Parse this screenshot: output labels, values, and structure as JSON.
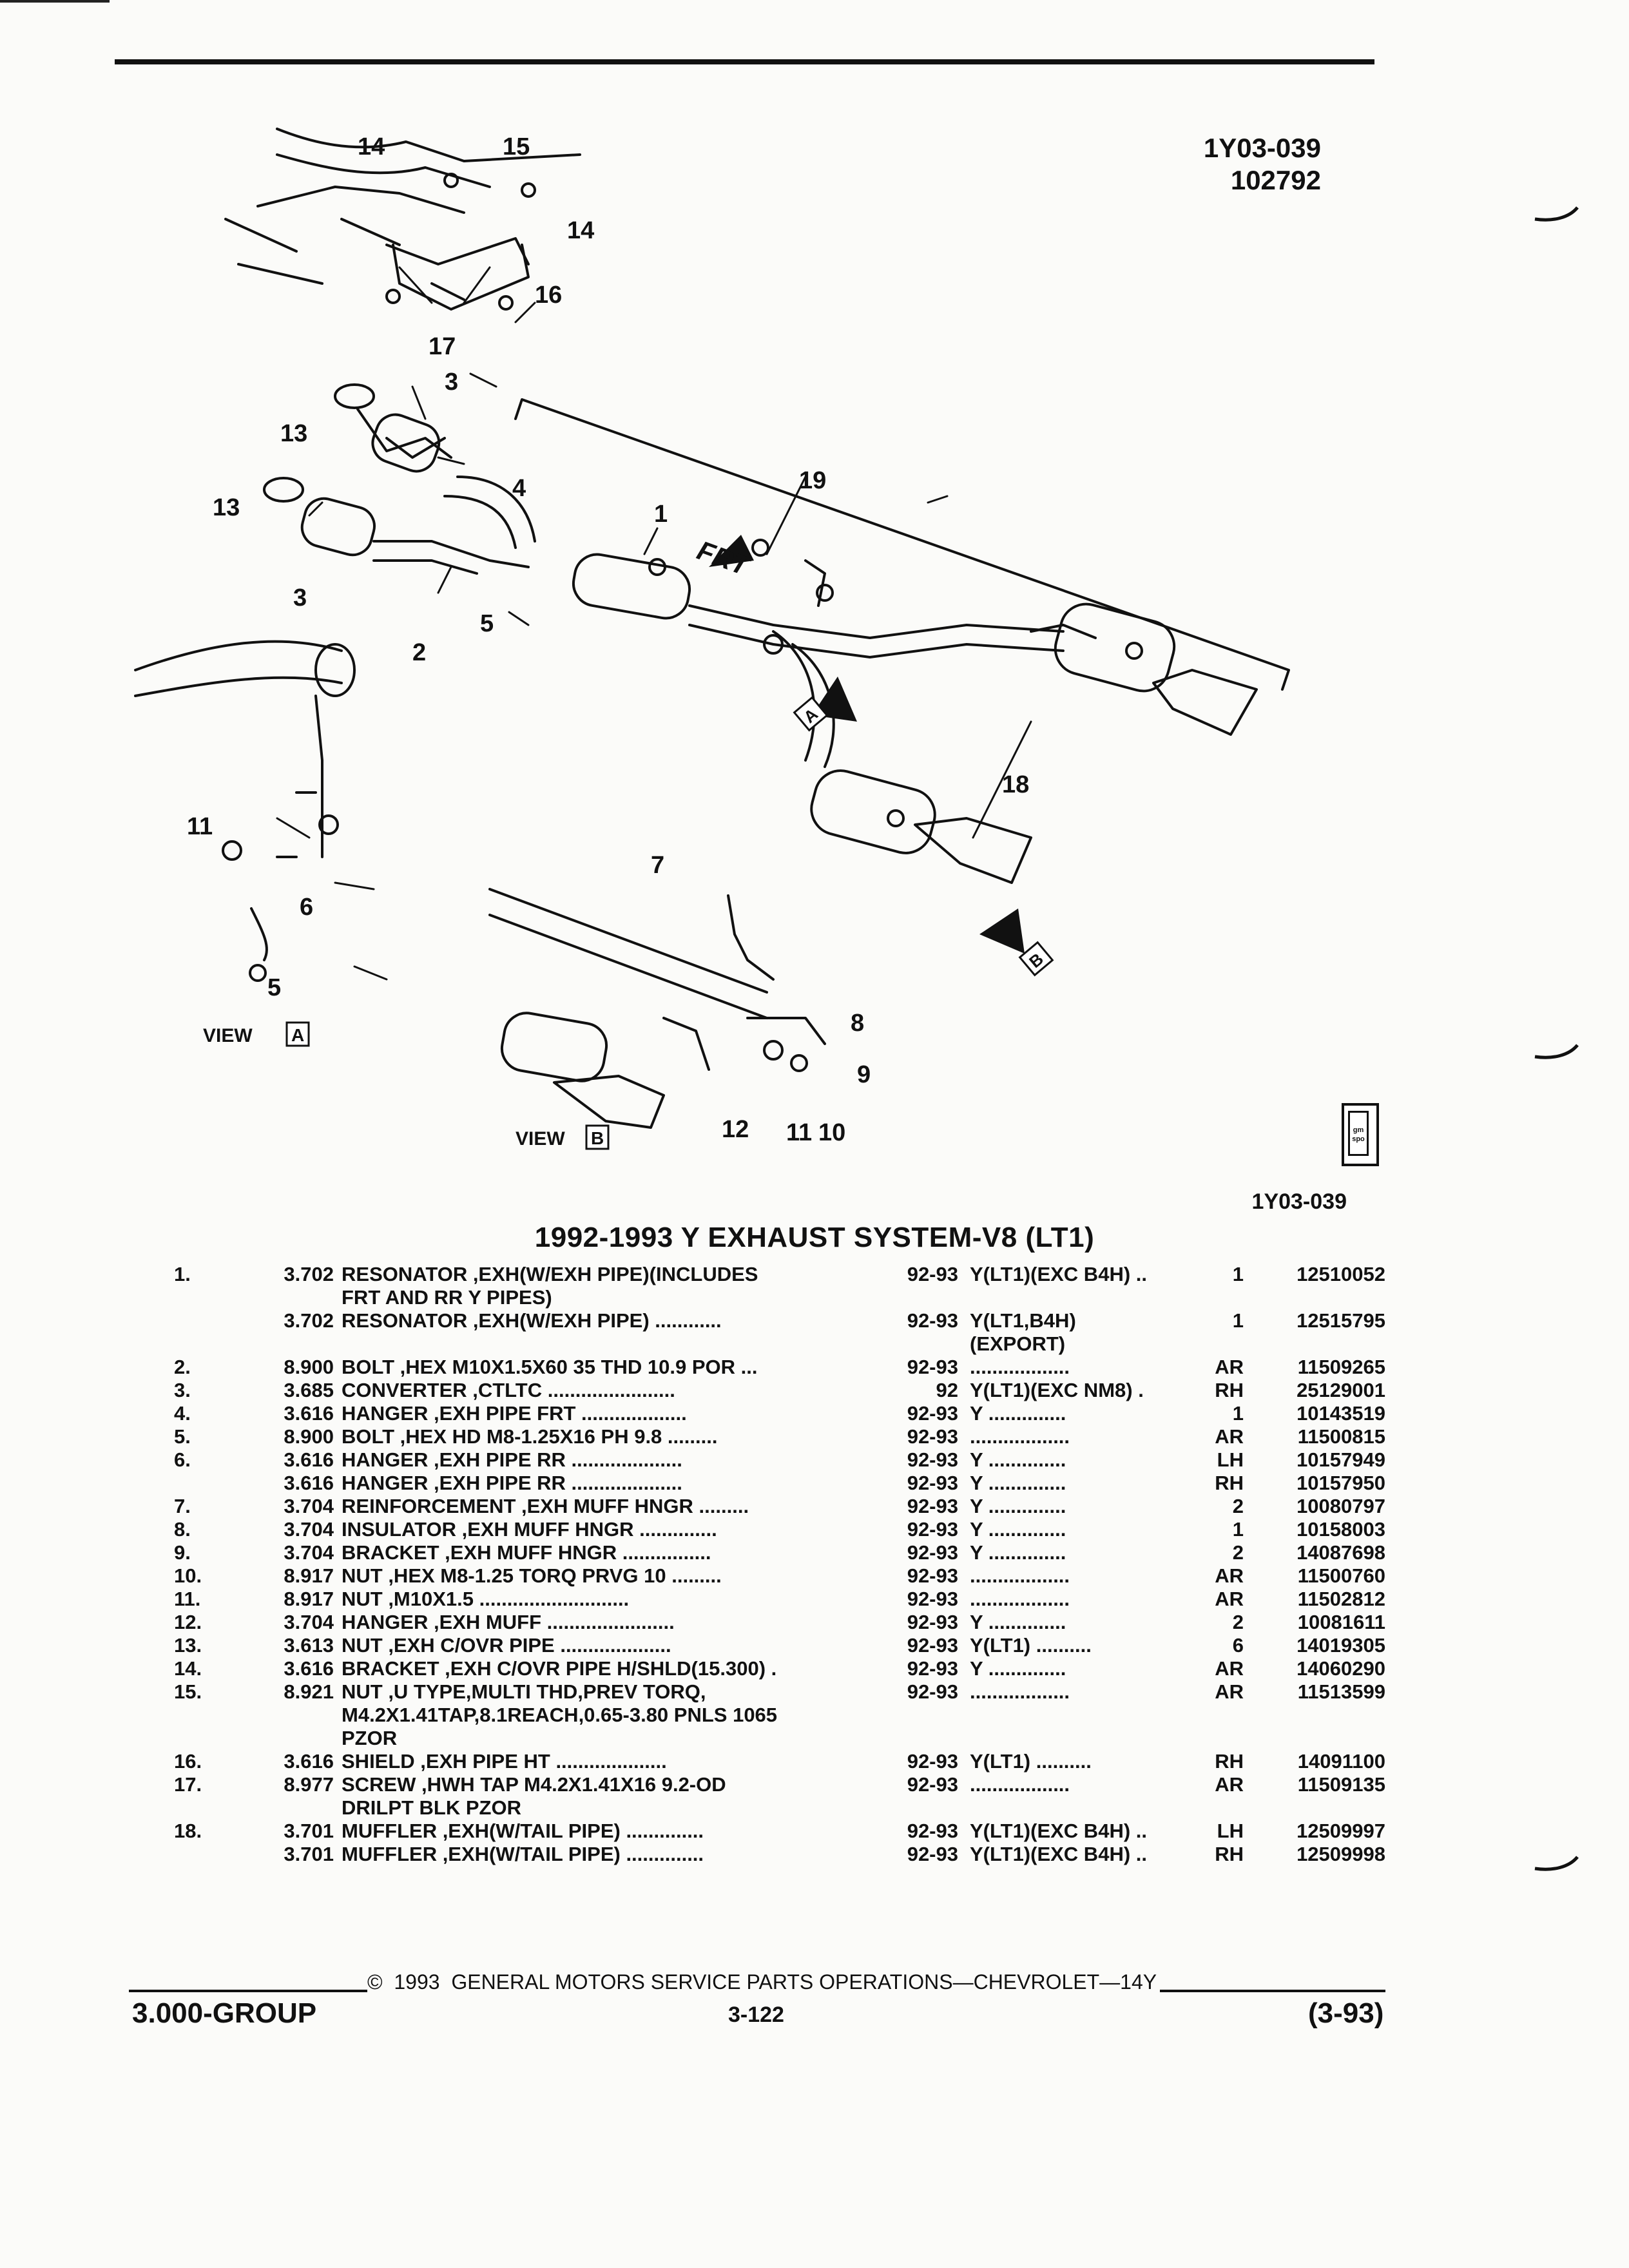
{
  "header": {
    "figure_number": "1Y03-039",
    "figure_date": "102792",
    "figure_ref_bottom": "1Y03-039",
    "gm_badge": "gm\nspo"
  },
  "diagram": {
    "callouts": [
      "1",
      "2",
      "3",
      "3",
      "4",
      "5",
      "5",
      "6",
      "7",
      "8",
      "9",
      "10",
      "11",
      "11",
      "12",
      "13",
      "13",
      "14",
      "14",
      "15",
      "16",
      "17",
      "18",
      "19"
    ],
    "frt_label": "FRT",
    "view_a_label": "VIEW",
    "view_a_letter": "A",
    "view_b_label": "VIEW",
    "view_b_letter": "B",
    "arrow_a_letter": "A",
    "arrow_b_letter": "B"
  },
  "section_title": "1992-1993 Y EXHAUST SYSTEM-V8 (LT1)",
  "parts_table": {
    "rows": [
      {
        "num": "1.",
        "grp": "3.702",
        "desc": "RESONATOR ,EXH(W/EXH PIPE)(INCLUDES",
        "year": "92-93",
        "model": "Y(LT1)(EXC B4H) ..",
        "qty": "1",
        "part": "12510052"
      },
      {
        "num": "",
        "grp": "",
        "desc": "FRT AND RR Y PIPES)",
        "year": "",
        "model": "",
        "qty": "",
        "part": ""
      },
      {
        "num": "",
        "grp": "3.702",
        "desc": "RESONATOR ,EXH(W/EXH PIPE) ............",
        "year": "92-93",
        "model": "Y(LT1,B4H)",
        "qty": "1",
        "part": "12515795"
      },
      {
        "num": "",
        "grp": "",
        "desc": "",
        "year": "",
        "model": "(EXPORT)",
        "qty": "",
        "part": ""
      },
      {
        "num": "2.",
        "grp": "8.900",
        "desc": "BOLT ,HEX M10X1.5X60 35 THD 10.9 POR ...",
        "year": "92-93",
        "model": "..................",
        "qty": "AR",
        "part": "11509265"
      },
      {
        "num": "3.",
        "grp": "3.685",
        "desc": "CONVERTER ,CTLTC .......................",
        "year": "92",
        "model": "Y(LT1)(EXC NM8) .",
        "qty": "RH",
        "part": "25129001"
      },
      {
        "num": "4.",
        "grp": "3.616",
        "desc": "HANGER ,EXH PIPE FRT ...................",
        "year": "92-93",
        "model": "Y ..............",
        "qty": "1",
        "part": "10143519"
      },
      {
        "num": "5.",
        "grp": "8.900",
        "desc": "BOLT ,HEX HD M8-1.25X16 PH 9.8 .........",
        "year": "92-93",
        "model": "..................",
        "qty": "AR",
        "part": "11500815"
      },
      {
        "num": "6.",
        "grp": "3.616",
        "desc": "HANGER ,EXH PIPE RR ....................",
        "year": "92-93",
        "model": "Y ..............",
        "qty": "LH",
        "part": "10157949"
      },
      {
        "num": "",
        "grp": "3.616",
        "desc": "HANGER ,EXH PIPE RR ....................",
        "year": "92-93",
        "model": "Y ..............",
        "qty": "RH",
        "part": "10157950"
      },
      {
        "num": "7.",
        "grp": "3.704",
        "desc": "REINFORCEMENT ,EXH MUFF HNGR .........",
        "year": "92-93",
        "model": "Y ..............",
        "qty": "2",
        "part": "10080797"
      },
      {
        "num": "8.",
        "grp": "3.704",
        "desc": "INSULATOR ,EXH MUFF HNGR ..............",
        "year": "92-93",
        "model": "Y ..............",
        "qty": "1",
        "part": "10158003"
      },
      {
        "num": "9.",
        "grp": "3.704",
        "desc": "BRACKET ,EXH MUFF HNGR ................",
        "year": "92-93",
        "model": "Y ..............",
        "qty": "2",
        "part": "14087698"
      },
      {
        "num": "10.",
        "grp": "8.917",
        "desc": "NUT ,HEX M8-1.25 TORQ PRVG 10 .........",
        "year": "92-93",
        "model": "..................",
        "qty": "AR",
        "part": "11500760"
      },
      {
        "num": "11.",
        "grp": "8.917",
        "desc": "NUT ,M10X1.5 ...........................",
        "year": "92-93",
        "model": "..................",
        "qty": "AR",
        "part": "11502812"
      },
      {
        "num": "12.",
        "grp": "3.704",
        "desc": "HANGER ,EXH MUFF .......................",
        "year": "92-93",
        "model": "Y ..............",
        "qty": "2",
        "part": "10081611"
      },
      {
        "num": "13.",
        "grp": "3.613",
        "desc": "NUT ,EXH C/OVR PIPE ....................",
        "year": "92-93",
        "model": "Y(LT1) ..........",
        "qty": "6",
        "part": "14019305"
      },
      {
        "num": "14.",
        "grp": "3.616",
        "desc": "BRACKET ,EXH C/OVR PIPE H/SHLD(15.300) .",
        "year": "92-93",
        "model": "Y ..............",
        "qty": "AR",
        "part": "14060290"
      },
      {
        "num": "15.",
        "grp": "8.921",
        "desc": "NUT ,U TYPE,MULTI THD,PREV TORQ,",
        "year": "92-93",
        "model": "..................",
        "qty": "AR",
        "part": "11513599"
      },
      {
        "num": "",
        "grp": "",
        "desc": "M4.2X1.41TAP,8.1REACH,0.65-3.80 PNLS 1065",
        "year": "",
        "model": "",
        "qty": "",
        "part": ""
      },
      {
        "num": "",
        "grp": "",
        "desc": "PZOR",
        "year": "",
        "model": "",
        "qty": "",
        "part": ""
      },
      {
        "num": "16.",
        "grp": "3.616",
        "desc": "SHIELD ,EXH PIPE HT ....................",
        "year": "92-93",
        "model": "Y(LT1) ..........",
        "qty": "RH",
        "part": "14091100"
      },
      {
        "num": "17.",
        "grp": "8.977",
        "desc": "SCREW ,HWH TAP M4.2X1.41X16 9.2-OD",
        "year": "92-93",
        "model": "..................",
        "qty": "AR",
        "part": "11509135"
      },
      {
        "num": "",
        "grp": "",
        "desc": "DRILPT BLK PZOR",
        "year": "",
        "model": "",
        "qty": "",
        "part": ""
      },
      {
        "num": "18.",
        "grp": "3.701",
        "desc": "MUFFLER ,EXH(W/TAIL PIPE) ..............",
        "year": "92-93",
        "model": "Y(LT1)(EXC B4H) ..",
        "qty": "LH",
        "part": "12509997"
      },
      {
        "num": "",
        "grp": "3.701",
        "desc": "MUFFLER ,EXH(W/TAIL PIPE) ..............",
        "year": "92-93",
        "model": "Y(LT1)(EXC B4H) ..",
        "qty": "RH",
        "part": "12509998"
      }
    ]
  },
  "footer": {
    "copyright": "©  1993  GENERAL MOTORS SERVICE PARTS OPERATIONS—CHEVROLET—14Y",
    "group": "3.000-GROUP",
    "page": "3-122",
    "revision": "(3-93)"
  }
}
